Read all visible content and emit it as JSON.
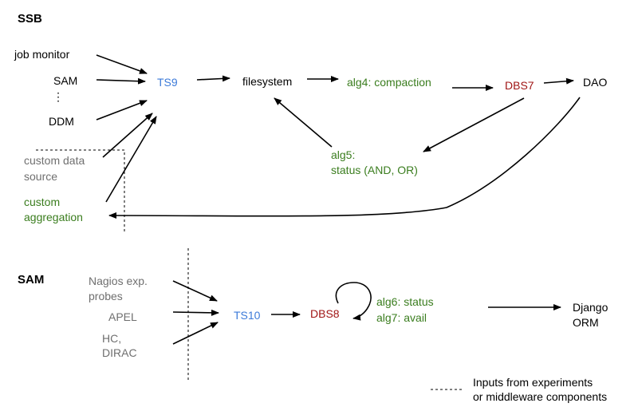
{
  "colors": {
    "black": "#000000",
    "gray": "#6f6f6f",
    "blue": "#3d7bd9",
    "green": "#3a7d1e",
    "red": "#a01515"
  },
  "ssb": {
    "title": "SSB",
    "sources": {
      "job_monitor": "job monitor",
      "sam": "SAM",
      "ellipsis": "⋮",
      "ddm": "DDM",
      "custom_source_line1": "custom data",
      "custom_source_line2": "source",
      "custom_aggregation_line1": "custom",
      "custom_aggregation_line2": "aggregation"
    },
    "nodes": {
      "ts9": "TS9",
      "filesystem": "filesystem",
      "alg4": "alg4: compaction",
      "dbs7": "DBS7",
      "dao": "DAO",
      "alg5_line1": "alg5:",
      "alg5_line2": "status (AND, OR)"
    }
  },
  "sam": {
    "title": "SAM",
    "sources": {
      "nagios_line1": "Nagios exp.",
      "nagios_line2": "probes",
      "apel": "APEL",
      "hc_line1": "HC,",
      "hc_line2": "DIRAC"
    },
    "nodes": {
      "ts10": "TS10",
      "dbs8": "DBS8",
      "alg6": "alg6: status",
      "alg7": "alg7: avail",
      "django_line1": "Django",
      "django_line2": "ORM"
    }
  },
  "legend": {
    "line1": "Inputs from experiments",
    "line2": "or middleware components"
  }
}
